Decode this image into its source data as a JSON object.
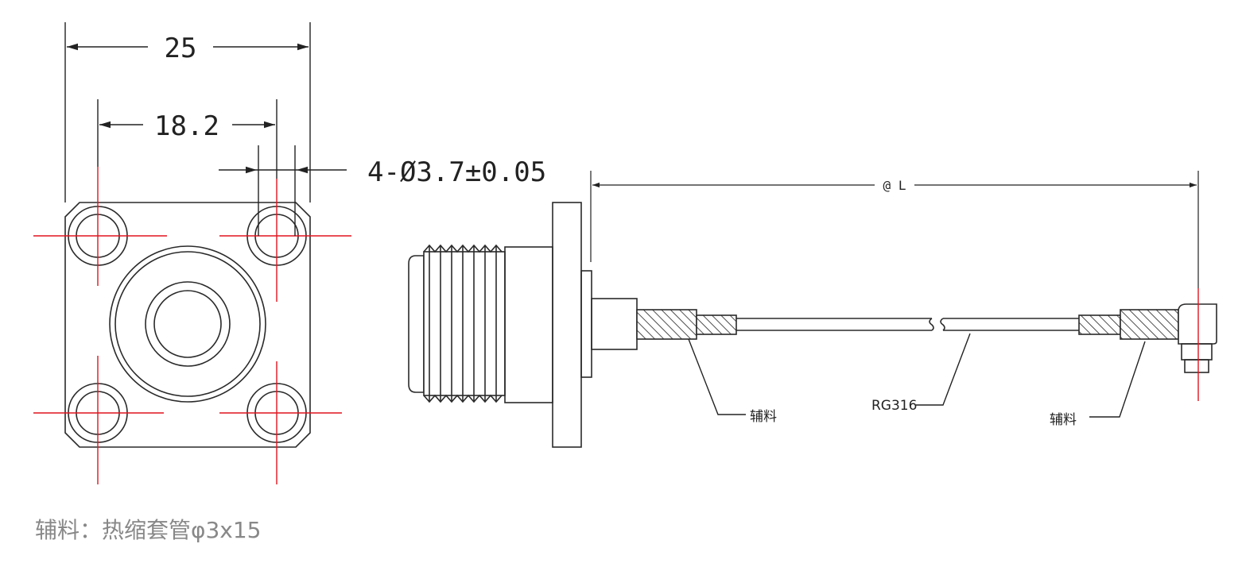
{
  "dimensions": {
    "overall_width": "25",
    "hole_spacing": "18.2",
    "hole_callout": "4-Ø3.7±0.05",
    "cable_length": "@ L"
  },
  "callouts": {
    "left_sleeve": "辅料",
    "cable_type": "RG316",
    "right_sleeve": "辅料"
  },
  "note": "辅料：热缩套管φ3x15",
  "colors": {
    "line": "#2a2a2a",
    "centerline": "#e0141e",
    "note_text": "#888888"
  }
}
